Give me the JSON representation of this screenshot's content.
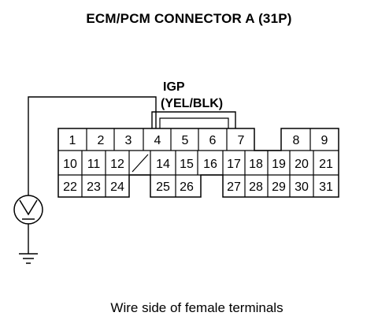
{
  "title": "ECM/PCM CONNECTOR A (31P)",
  "caption": "Wire side of female terminals",
  "probe": {
    "name": "IGP",
    "wire_color": "(YEL/BLK)",
    "terminal": "4"
  },
  "connector": {
    "rows": [
      [
        "1",
        "2",
        "3",
        "4",
        "5",
        "6",
        "7",
        "",
        "8",
        "9"
      ],
      [
        "10",
        "11",
        "12",
        "",
        "14",
        "15",
        "16",
        "17",
        "18",
        "19",
        "20",
        "21"
      ],
      [
        "22",
        "23",
        "24",
        "",
        "25",
        "26",
        "",
        "27",
        "28",
        "29",
        "30",
        "31"
      ]
    ]
  },
  "colors": {
    "line": "#000000",
    "background": "#ffffff"
  },
  "icons": [
    "voltmeter-icon",
    "ground-icon"
  ]
}
